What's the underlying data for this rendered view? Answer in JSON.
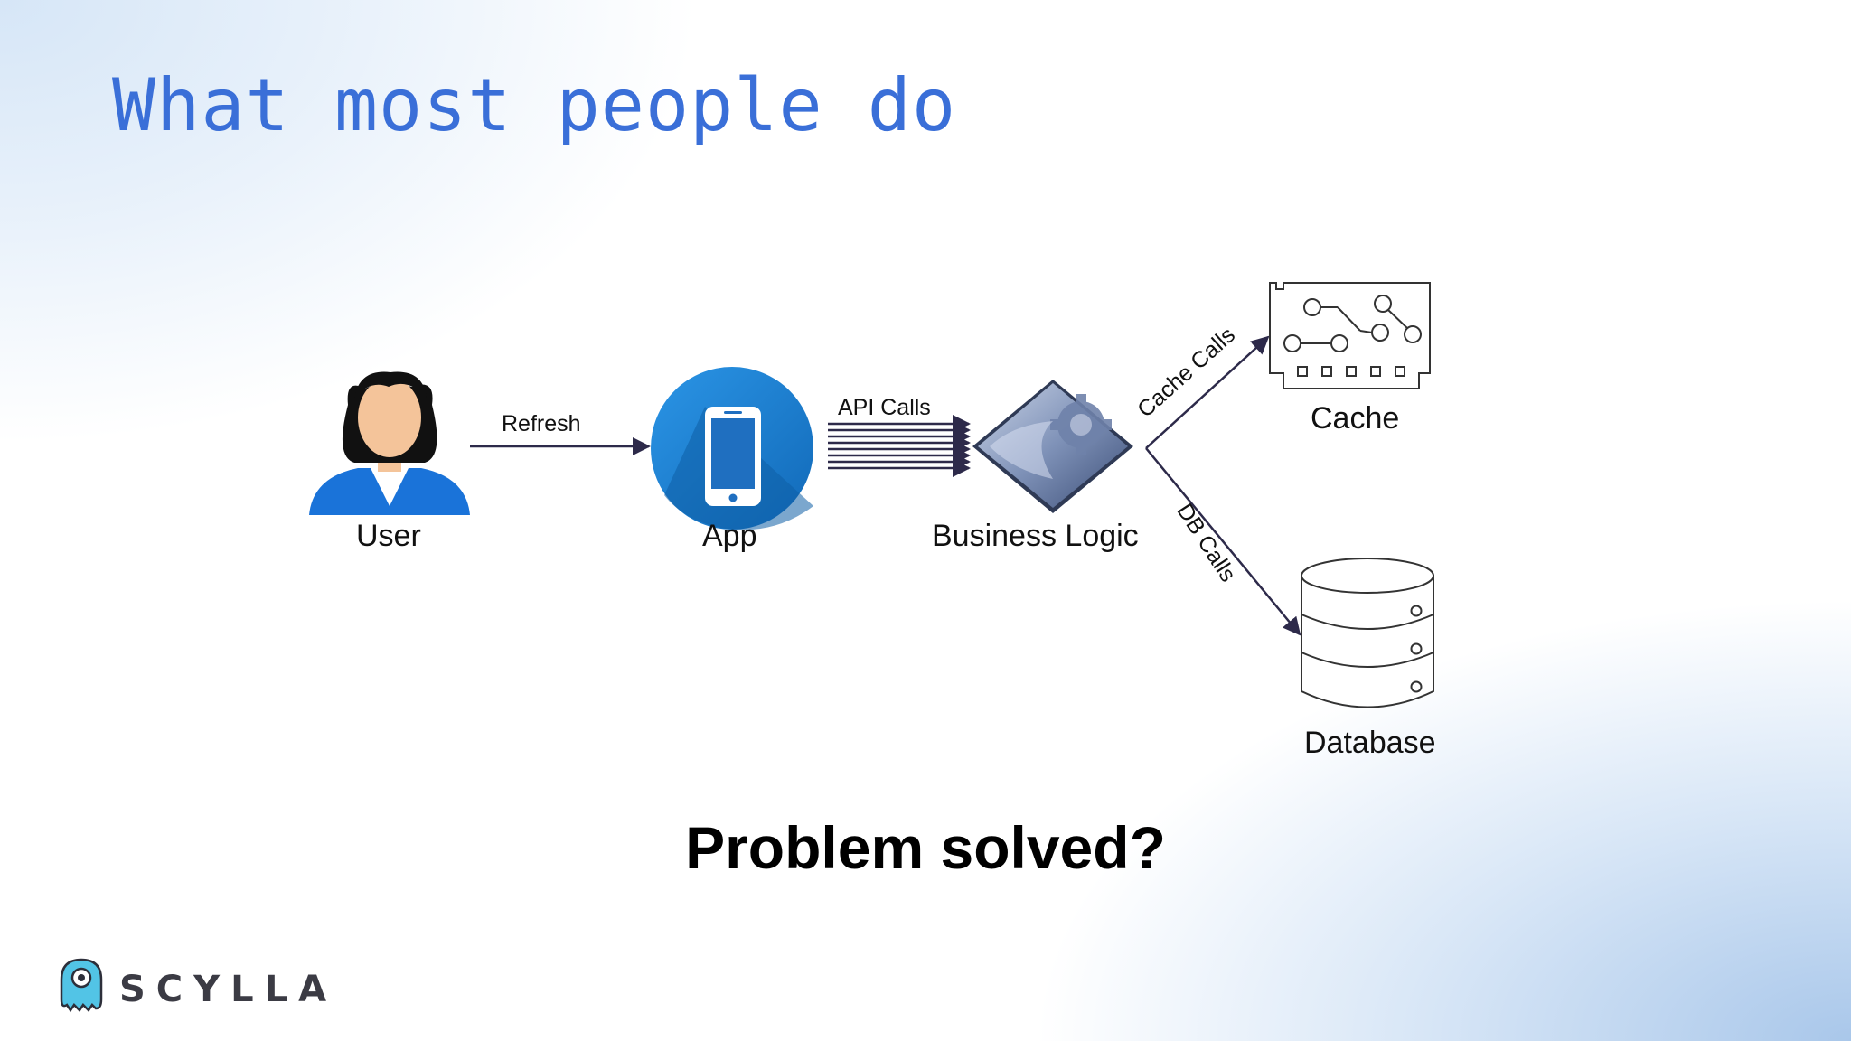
{
  "title": "What most people do",
  "nodes": {
    "user": "User",
    "app": "App",
    "business_logic": "Business Logic",
    "cache": "Cache",
    "database": "Database"
  },
  "edges": {
    "refresh": "Refresh",
    "api_calls": "API Calls",
    "cache_calls": "Cache Calls",
    "db_calls": "DB Calls"
  },
  "question": "Problem solved?",
  "logo": {
    "text": "SCYLLA"
  },
  "colors": {
    "title": "#3a6fd8",
    "arrow": "#2d2a4a",
    "app_blue": "#1f86d6",
    "user_blue": "#1a73d9",
    "logic_gray": "#8a9bbd"
  }
}
